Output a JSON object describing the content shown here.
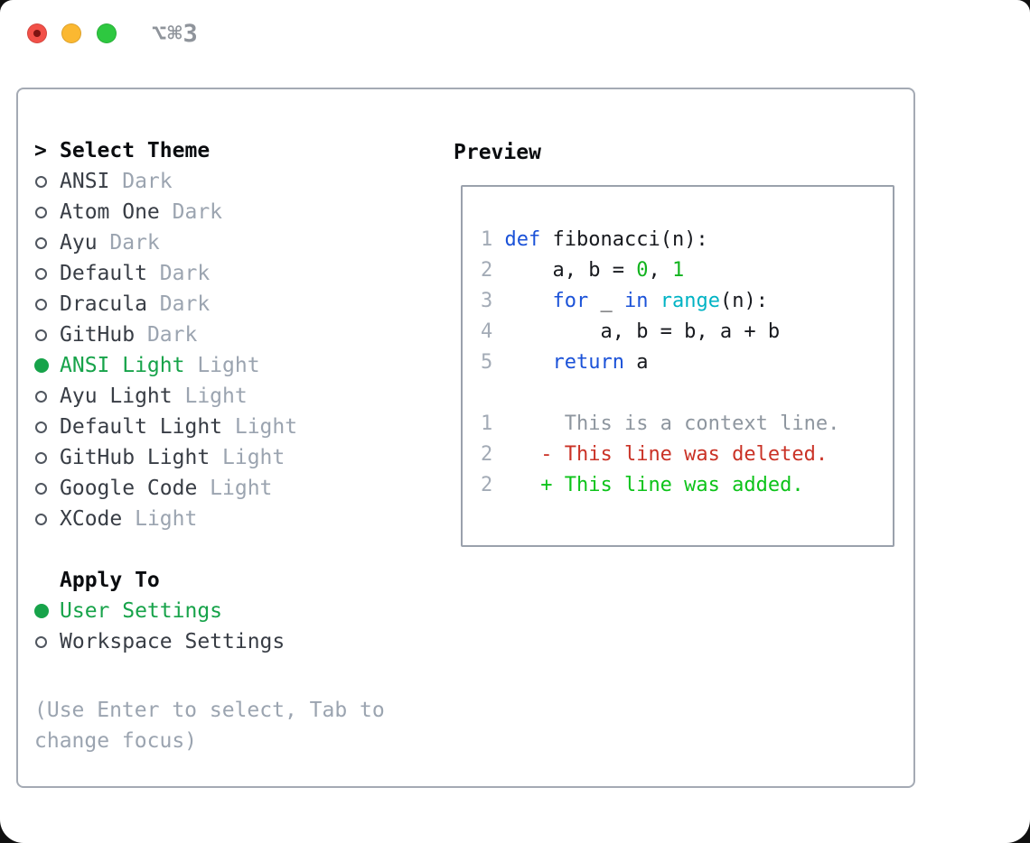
{
  "window": {
    "title": "⌥⌘3"
  },
  "theme_panel": {
    "header": {
      "marker": ">",
      "label": "Select Theme"
    },
    "themes": [
      {
        "name": "ANSI",
        "tag": "Dark",
        "selected": false
      },
      {
        "name": "Atom One",
        "tag": "Dark",
        "selected": false
      },
      {
        "name": "Ayu",
        "tag": "Dark",
        "selected": false
      },
      {
        "name": "Default",
        "tag": "Dark",
        "selected": false
      },
      {
        "name": "Dracula",
        "tag": "Dark",
        "selected": false
      },
      {
        "name": "GitHub",
        "tag": "Dark",
        "selected": false
      },
      {
        "name": "ANSI Light",
        "tag": "Light",
        "selected": true
      },
      {
        "name": "Ayu Light",
        "tag": "Light",
        "selected": false
      },
      {
        "name": "Default Light",
        "tag": "Light",
        "selected": false
      },
      {
        "name": "GitHub Light",
        "tag": "Light",
        "selected": false
      },
      {
        "name": "Google Code",
        "tag": "Light",
        "selected": false
      },
      {
        "name": "XCode",
        "tag": "Light",
        "selected": false
      }
    ],
    "apply_to": {
      "label": "Apply To",
      "options": [
        {
          "name": "User Settings",
          "selected": true
        },
        {
          "name": "Workspace Settings",
          "selected": false
        }
      ]
    },
    "hint": "(Use Enter to select, Tab to change focus)"
  },
  "preview": {
    "label": "Preview",
    "lines": [
      {
        "n": "1",
        "spans": [
          [
            "plain",
            " "
          ],
          [
            "kw",
            "def"
          ],
          [
            "plain",
            " fibonacci(n):"
          ]
        ]
      },
      {
        "n": "2",
        "spans": [
          [
            "plain",
            "     a, b = "
          ],
          [
            "num",
            "0"
          ],
          [
            "plain",
            ", "
          ],
          [
            "num",
            "1"
          ]
        ]
      },
      {
        "n": "3",
        "spans": [
          [
            "plain",
            "     "
          ],
          [
            "kw",
            "for"
          ],
          [
            "plain",
            " _ "
          ],
          [
            "kw",
            "in"
          ],
          [
            "plain",
            " "
          ],
          [
            "cyan",
            "range"
          ],
          [
            "plain",
            "(n):"
          ]
        ]
      },
      {
        "n": "4",
        "spans": [
          [
            "plain",
            "         a, b = b, a + b"
          ]
        ]
      },
      {
        "n": "5",
        "spans": [
          [
            "plain",
            "     "
          ],
          [
            "kw",
            "return"
          ],
          [
            "plain",
            " a"
          ]
        ]
      },
      {
        "n": "",
        "spans": []
      },
      {
        "n": "1",
        "spans": [
          [
            "ctx",
            "      This is a context line."
          ]
        ]
      },
      {
        "n": "2",
        "spans": [
          [
            "plain",
            "    "
          ],
          [
            "del",
            "- This line was deleted."
          ]
        ]
      },
      {
        "n": "2",
        "spans": [
          [
            "plain",
            "    "
          ],
          [
            "add",
            "+ This line was added."
          ]
        ]
      }
    ]
  },
  "colors": {
    "accent_green": "#17a34a",
    "keyword_blue": "#1b52d8",
    "number_green": "#12b31e",
    "builtin_cyan": "#00b3c4",
    "deleted_red": "#ca3226",
    "added_green": "#0dc31a",
    "context_gray": "#8e969f",
    "line_number_gray": "#a3abb6",
    "muted_tag_gray": "#9ba4b0",
    "panel_border": "#a4aab4",
    "traffic_red": "#f25048",
    "traffic_yellow": "#fbb831",
    "traffic_green": "#2ec840"
  }
}
